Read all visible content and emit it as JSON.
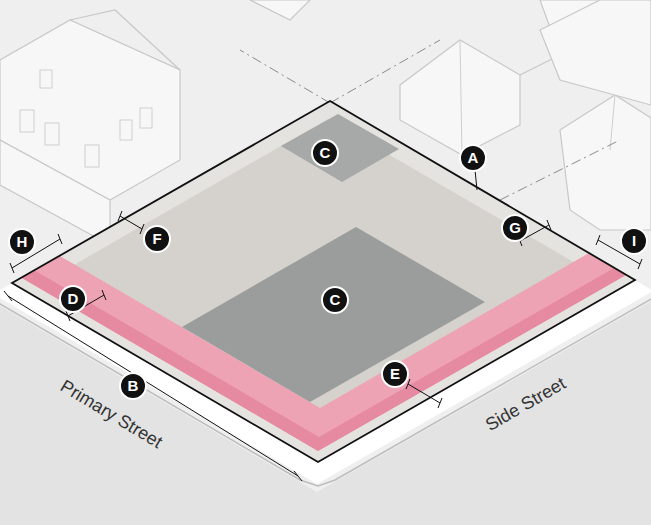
{
  "diagram": {
    "labels": [
      "A",
      "C",
      "F",
      "G",
      "H",
      "I",
      "D",
      "C",
      "E",
      "B",
      "Primary Street",
      "Side Street"
    ]
  }
}
